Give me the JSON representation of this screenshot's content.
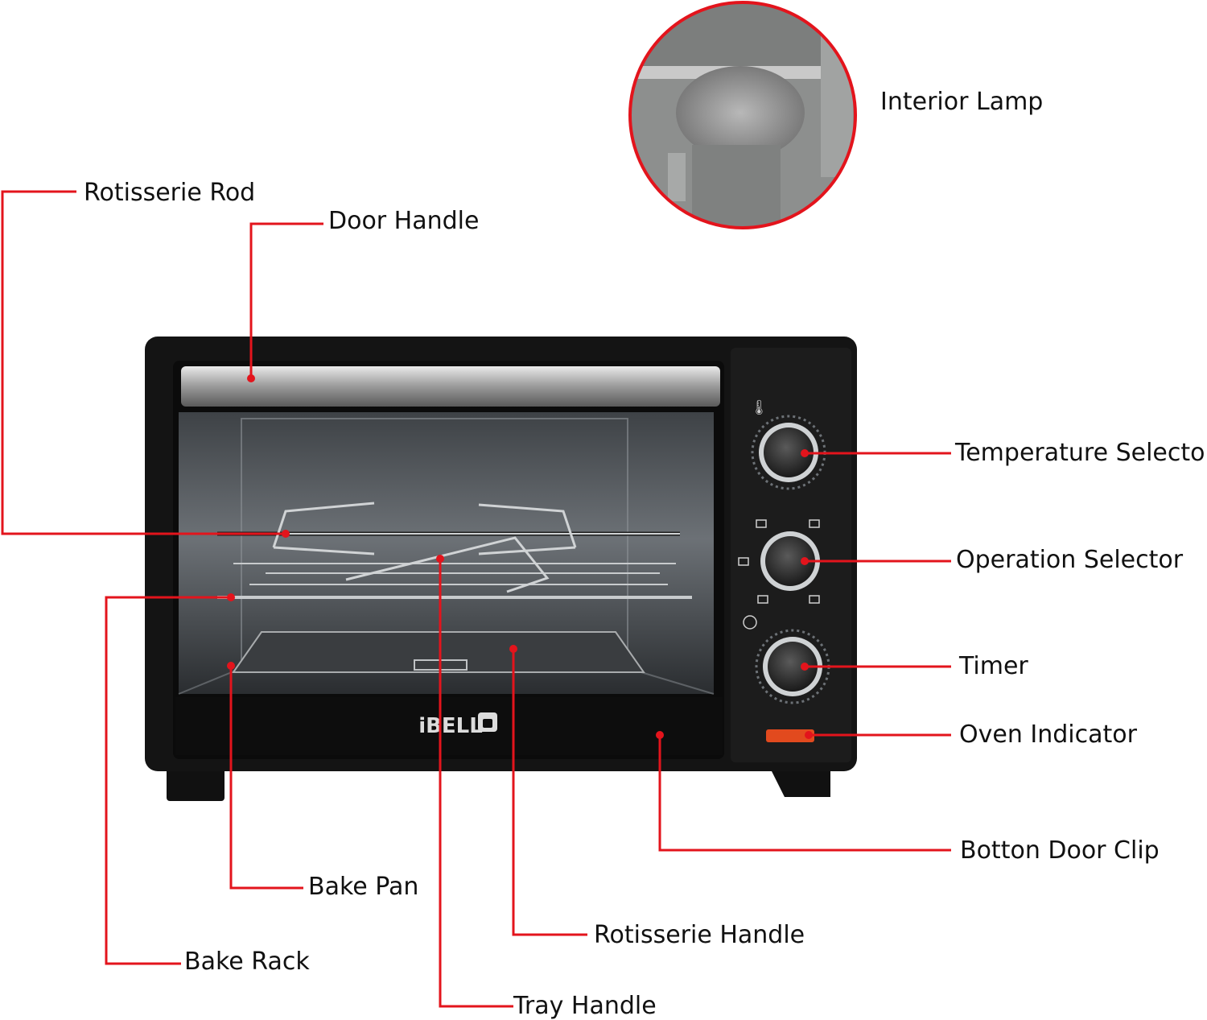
{
  "labels": {
    "interior_lamp": "Interior Lamp",
    "rotisserie_rod": "Rotisserie Rod",
    "door_handle": "Door Handle",
    "temperature_selector": "Temperature Selector",
    "operation_selector": "Operation Selector",
    "timer": "Timer",
    "oven_indicator": "Oven Indicator",
    "botton_door_clip": "Botton Door Clip",
    "bake_pan": "Bake Pan",
    "rotisserie_handle": "Rotisserie Handle",
    "bake_rack": "Bake Rack",
    "tray_handle": "Tray Handle"
  },
  "brand": "iBELL",
  "colors": {
    "leader": "#e3141c",
    "oven_body": "#141414",
    "indicator": "#e24a1e"
  }
}
